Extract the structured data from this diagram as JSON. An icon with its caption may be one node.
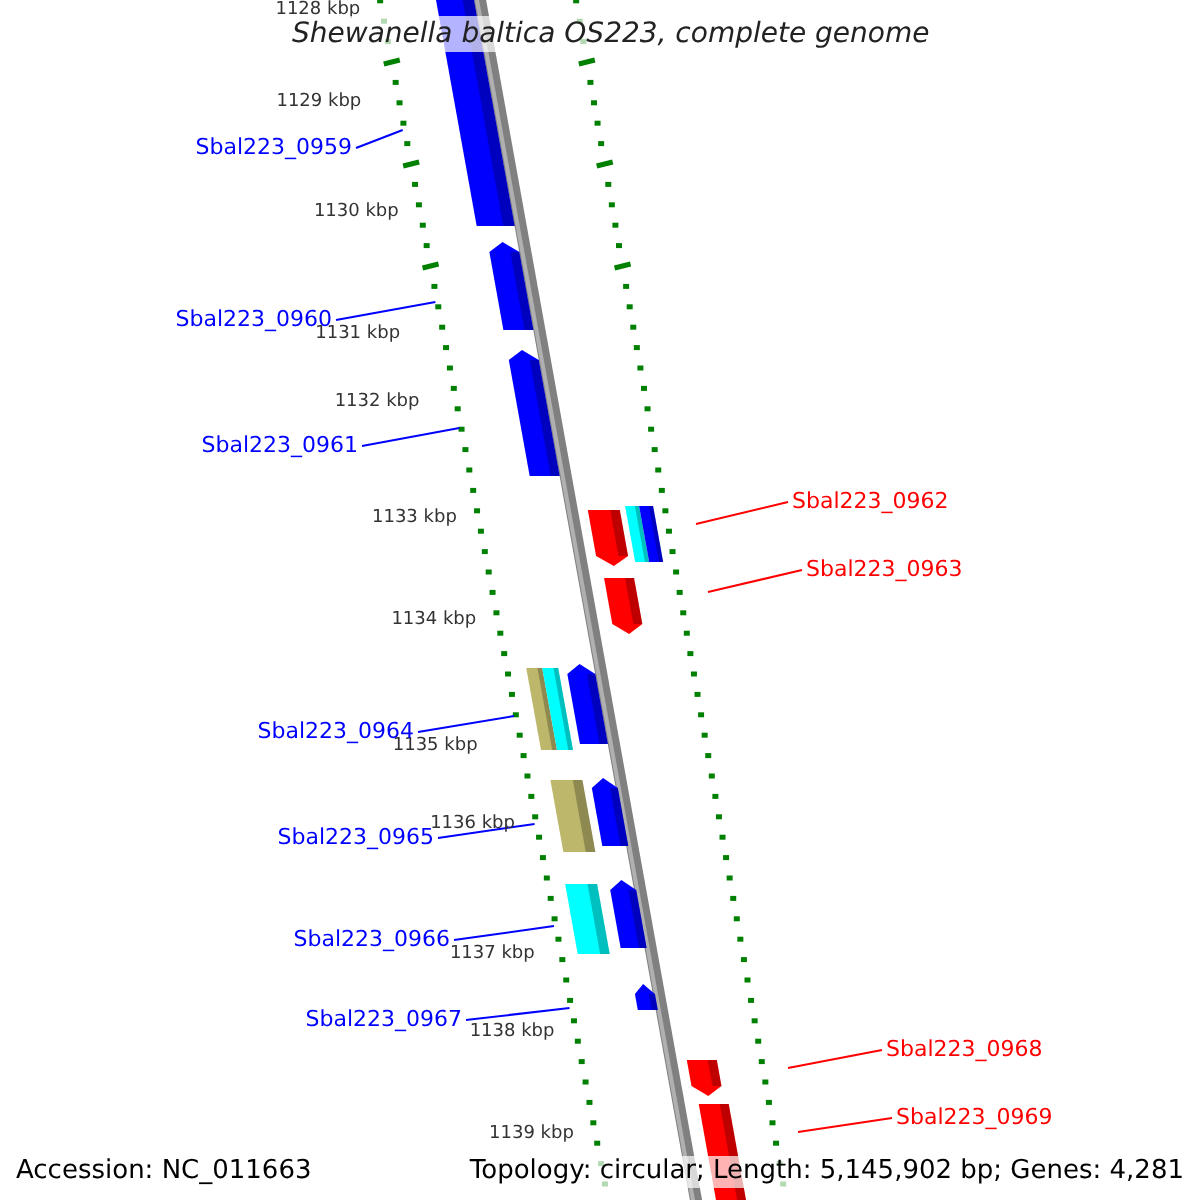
{
  "diagram": {
    "title": "Shewanella baltica OS223, complete genome",
    "nodes": [
      {
        "text": [
          "Sbal223_0959"
        ]
      },
      {
        "text": [
          "Sbal223_0960"
        ]
      },
      {
        "text": [
          "Sbal223_0961"
        ]
      },
      {
        "text": [
          "Sbal223_0962"
        ]
      },
      {
        "text": [
          "Sbal223_0963"
        ]
      },
      {
        "text": [
          "Sbal223_0964"
        ]
      },
      {
        "text": [
          "Sbal223_0965"
        ]
      },
      {
        "text": [
          "Sbal223_0966"
        ]
      },
      {
        "text": [
          "Sbal223_0967"
        ]
      },
      {
        "text": [
          "Sbal223_0968"
        ]
      },
      {
        "text": [
          "Sbal223_0969"
        ]
      }
    ],
    "edges": [
      {
        "from": 0,
        "to": null,
        "arrow": "none"
      },
      {
        "from": 1,
        "to": null,
        "arrow": "none"
      },
      {
        "from": 2,
        "to": null,
        "arrow": "none"
      },
      {
        "from": 3,
        "to": null,
        "arrow": "none",
        "color": "#ff0000"
      },
      {
        "from": 4,
        "to": null,
        "arrow": "none",
        "color": "#ff0000"
      },
      {
        "from": 5,
        "to": null,
        "arrow": "none"
      },
      {
        "from": 6,
        "to": null,
        "arrow": "none"
      },
      {
        "from": 7,
        "to": null,
        "arrow": "none"
      },
      {
        "from": 8,
        "to": null,
        "arrow": "none"
      },
      {
        "from": 9,
        "to": null,
        "arrow": "none",
        "color": "#ff0000"
      },
      {
        "from": 10,
        "to": null,
        "arrow": "none",
        "color": "#ff0000"
      }
    ],
    "labels": [
      "1128 kbp",
      "1129 kbp",
      "1130 kbp",
      "1131 kbp",
      "1132 kbp",
      "1133 kbp",
      "1134 kbp",
      "1135 kbp",
      "1136 kbp",
      "1137 kbp",
      "1138 kbp",
      "1139 kbp",
      "Accession: NC_011663",
      "Topology: circular; Length: 5,145,902 bp; Genes: 4,281"
    ]
  }
}
